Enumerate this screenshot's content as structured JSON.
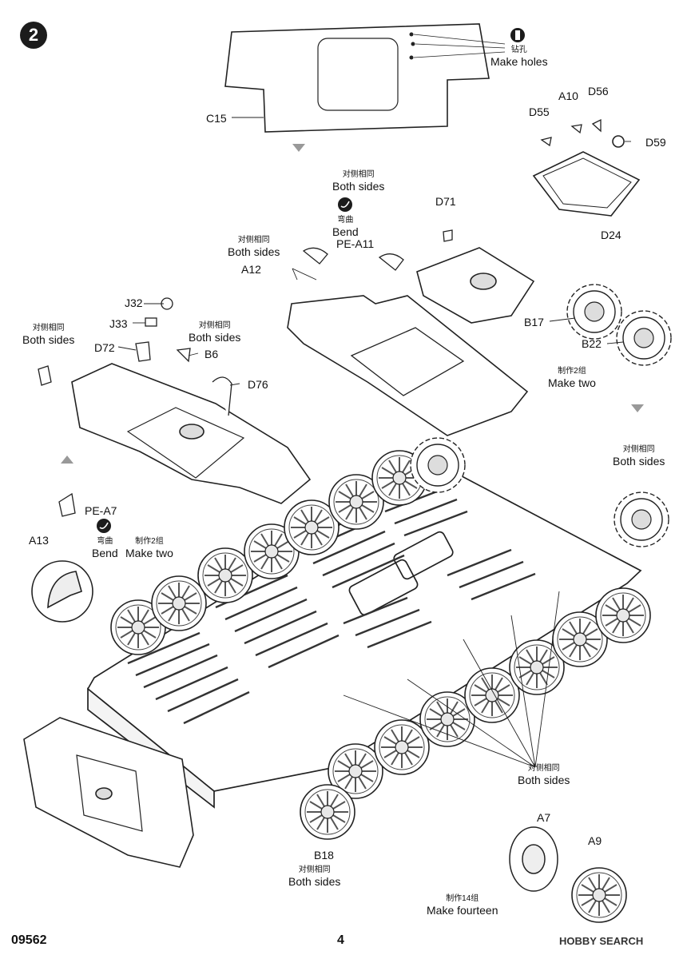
{
  "step_number": "2",
  "parts": {
    "c15": "C15",
    "a10": "A10",
    "d56": "D56",
    "d55": "D55",
    "d59": "D59",
    "d24": "D24",
    "d71": "D71",
    "pe_a11": "PE-A11",
    "a12": "A12",
    "j32": "J32",
    "j33": "J33",
    "d72": "D72",
    "b6": "B6",
    "d76": "D76",
    "b17": "B17",
    "b22": "B22",
    "pe_a7": "PE-A7",
    "a13": "A13",
    "b18": "B18",
    "a7": "A7",
    "a9": "A9"
  },
  "notes": {
    "drill_zh": "钻孔",
    "drill_en": "Make holes",
    "both_sides_zh": "对侧相同",
    "both_sides_en": "Both sides",
    "bend_zh": "弯曲",
    "bend_en": "Bend",
    "make_two_zh": "制作2组",
    "make_two_en": "Make two",
    "make_fourteen_zh": "制作14组",
    "make_fourteen_en": "Make fourteen"
  },
  "footer": {
    "kit_number": "09562",
    "page_number": "4",
    "watermark": "HOBBY SEARCH"
  },
  "icons": {
    "drill": "drill-icon",
    "bend": "bend-icon",
    "arrow_down": "down-arrow-icon",
    "arrow_up": "up-arrow-icon"
  }
}
